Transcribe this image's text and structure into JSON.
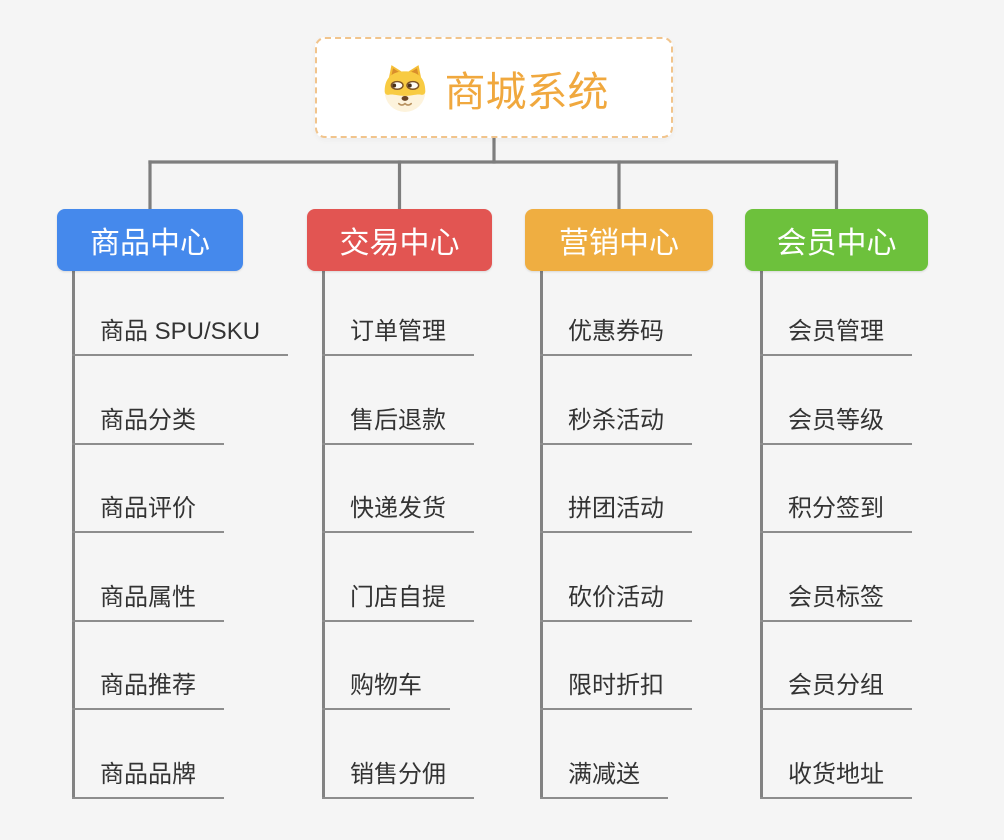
{
  "background_color": "#f5f5f5",
  "connector_color": "#7e7e7e",
  "spine_color": "#828282",
  "underline_color": "#8d8d8d",
  "root": {
    "title": "商城系统",
    "icon": "shiba-dog-icon",
    "title_color": "#f0a83e",
    "border_color": "#f1c48c"
  },
  "branches": [
    {
      "label": "商品中心",
      "color": "#4589ec",
      "items": [
        "商品 SPU/SKU",
        "商品分类",
        "商品评价",
        "商品属性",
        "商品推荐",
        "商品品牌"
      ]
    },
    {
      "label": "交易中心",
      "color": "#e25552",
      "items": [
        "订单管理",
        "售后退款",
        "快递发货",
        "门店自提",
        "购物车",
        "销售分佣"
      ]
    },
    {
      "label": "营销中心",
      "color": "#efae41",
      "items": [
        "优惠券码",
        "秒杀活动",
        "拼团活动",
        "砍价活动",
        "限时折扣",
        "满减送"
      ]
    },
    {
      "label": "会员中心",
      "color": "#6dc13c",
      "items": [
        "会员管理",
        "会员等级",
        "积分签到",
        "会员标签",
        "会员分组",
        "收货地址"
      ]
    }
  ]
}
